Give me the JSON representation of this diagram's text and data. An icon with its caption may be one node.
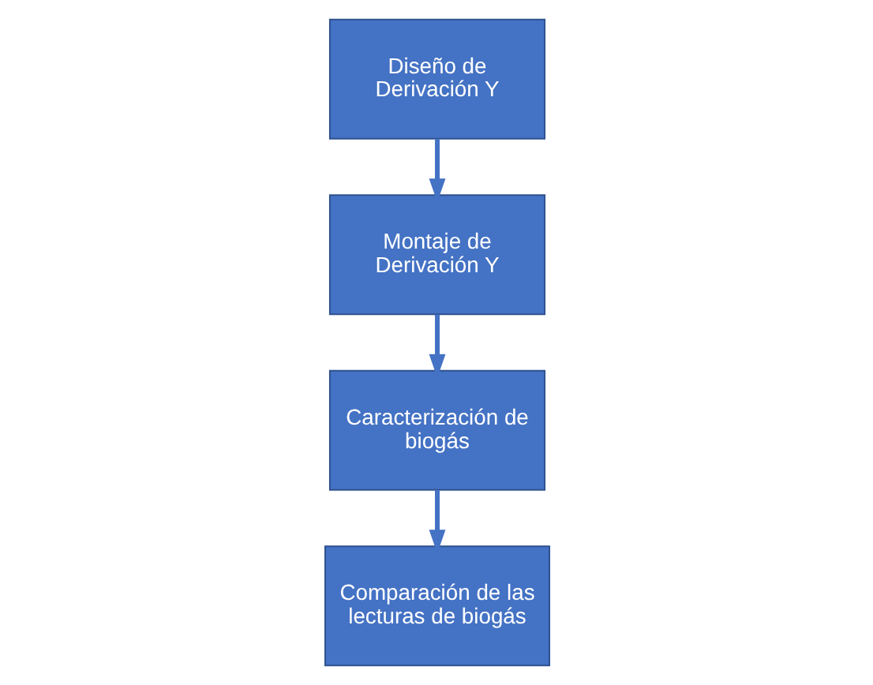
{
  "diagram": {
    "nodes": [
      {
        "text": [
          "Diseño de Derivación Y"
        ]
      },
      {
        "text": [
          "Montaje de Derivación Y"
        ]
      },
      {
        "text": [
          "Caracterización de biogás"
        ]
      },
      {
        "text": [
          "Comparación de las lecturas de biogás"
        ]
      }
    ],
    "edges": [
      {
        "from": 0,
        "to": 1,
        "arrow": "to"
      },
      {
        "from": 1,
        "to": 2,
        "arrow": "to"
      },
      {
        "from": 2,
        "to": 3,
        "arrow": "to"
      }
    ]
  }
}
